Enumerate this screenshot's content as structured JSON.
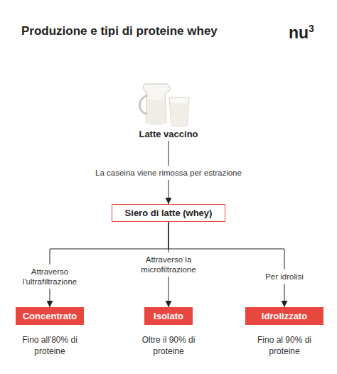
{
  "diagram": {
    "title": "Produzione e tipi di proteine whey",
    "nodes": [
      {
        "text": [
          "Latte vaccino"
        ]
      },
      {
        "text": [
          "Siero di latte (whey)"
        ]
      },
      {
        "text": [
          "Concentrato",
          "Fino all'80% di proteine"
        ]
      },
      {
        "text": [
          "Isolato",
          "Oltre il 90% di proteine"
        ]
      },
      {
        "text": [
          "Idrolizzato",
          "Fino al 90% di proteine"
        ]
      }
    ],
    "edges": [
      {
        "from": 0,
        "to": 1,
        "label": "La caseina viene rimossa per estrazione",
        "arrow": "to"
      },
      {
        "from": 1,
        "to": 2,
        "label": "Attraverso l'ultrafiltrazione",
        "arrow": "to"
      },
      {
        "from": 1,
        "to": 3,
        "label": "Attraverso la microfiltrazione",
        "arrow": "to"
      },
      {
        "from": 1,
        "to": 4,
        "label": "Per idrolisi",
        "arrow": "to"
      }
    ],
    "labels": [
      "nu",
      "3"
    ]
  }
}
